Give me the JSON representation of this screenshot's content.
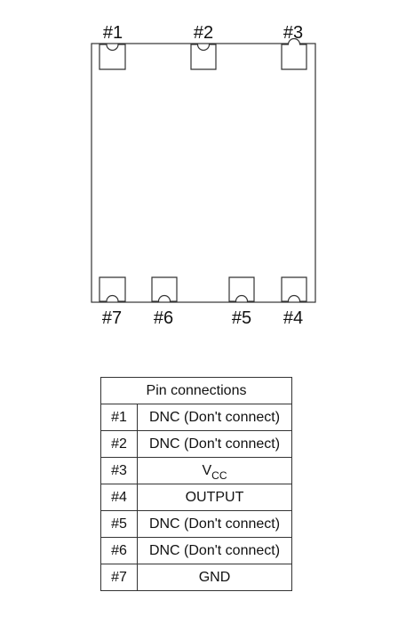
{
  "package": {
    "top_pins": [
      {
        "label": "#1",
        "id": "1"
      },
      {
        "label": "#2",
        "id": "2"
      },
      {
        "label": "#3",
        "id": "3"
      }
    ],
    "bottom_pins": [
      {
        "label": "#7",
        "id": "7"
      },
      {
        "label": "#6",
        "id": "6"
      },
      {
        "label": "#5",
        "id": "5"
      },
      {
        "label": "#4",
        "id": "4"
      }
    ]
  },
  "table": {
    "header": "Pin connections",
    "rows": [
      {
        "pin": "#1",
        "function": "DNC (Don't connect)"
      },
      {
        "pin": "#2",
        "function": "DNC (Don't connect)"
      },
      {
        "pin": "#3",
        "function": "V",
        "function_sub": "CC"
      },
      {
        "pin": "#4",
        "function": "OUTPUT"
      },
      {
        "pin": "#5",
        "function": "DNC (Don't connect)"
      },
      {
        "pin": "#6",
        "function": "DNC (Don't connect)"
      },
      {
        "pin": "#7",
        "function": "GND"
      }
    ]
  }
}
